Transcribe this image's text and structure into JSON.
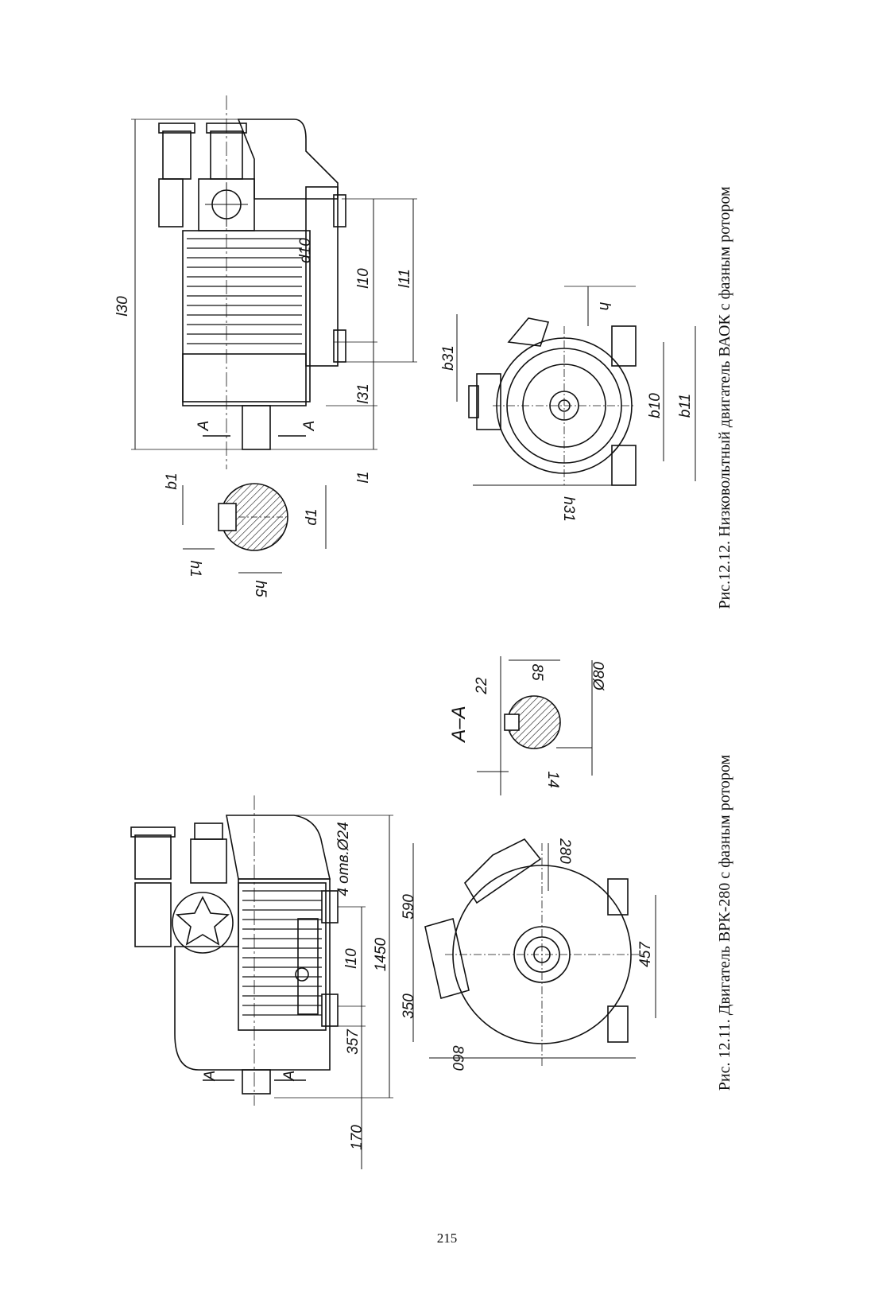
{
  "page_number": "215",
  "fig_12_11": {
    "caption": "Рис. 12.11. Двигатель ВРК-280 с фазным ротором",
    "section_title": "A–A",
    "dims": {
      "d170": "170",
      "d357": "357",
      "d1450": "1450",
      "l10": "l10",
      "d350": "350",
      "d590": "590",
      "holes": "4 отв.Ø24",
      "d860": "860",
      "d457": "457",
      "d280": "280",
      "d22": "22",
      "d85": "85",
      "d80": "Ø80",
      "d14": "14",
      "a1": "A",
      "a2": "A"
    }
  },
  "fig_12_12": {
    "caption": "Рис.12.12. Низковольтный двигатель ВАОК с фазным ротором",
    "dims": {
      "l30": "l30",
      "d10": "d10",
      "l10": "l10",
      "l11": "l11",
      "l31": "l31",
      "l1": "l1",
      "b1": "b1",
      "d1": "d1",
      "h1": "h1",
      "h5": "h5",
      "b31": "b31",
      "h": "h",
      "b10": "b10",
      "b11": "b11",
      "h31": "h31",
      "a1": "A",
      "a2": "A"
    }
  }
}
